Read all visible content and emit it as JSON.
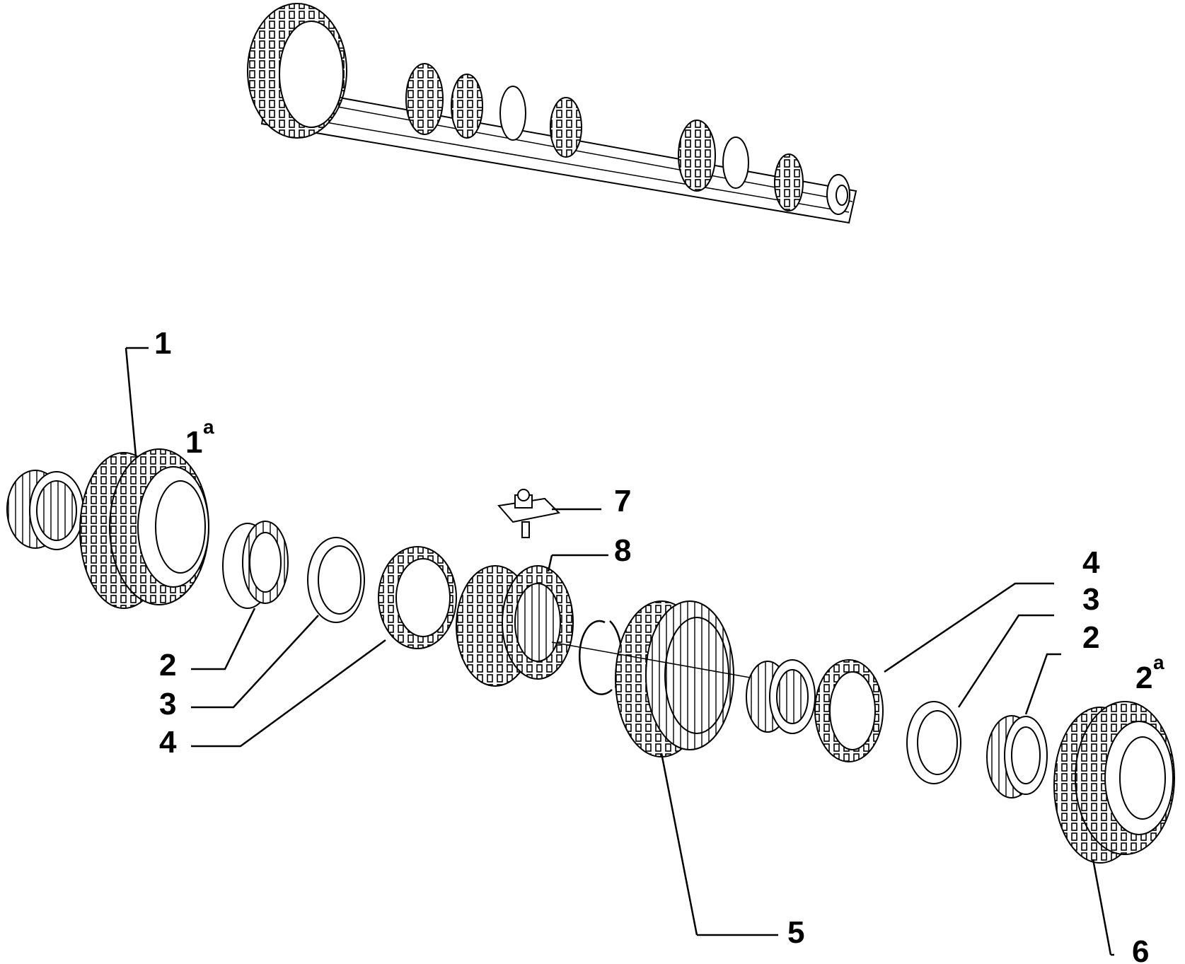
{
  "labels": {
    "l1": "1",
    "l1a_num": "1",
    "l1a_sup": "a",
    "l2_left": "2",
    "l3_left": "3",
    "l4_left": "4",
    "l5": "5",
    "l6": "6",
    "l7": "7",
    "l8": "8",
    "l4_right": "4",
    "l3_right": "3",
    "l2_right": "2",
    "l2a_num": "2",
    "l2a_sup": "a"
  }
}
